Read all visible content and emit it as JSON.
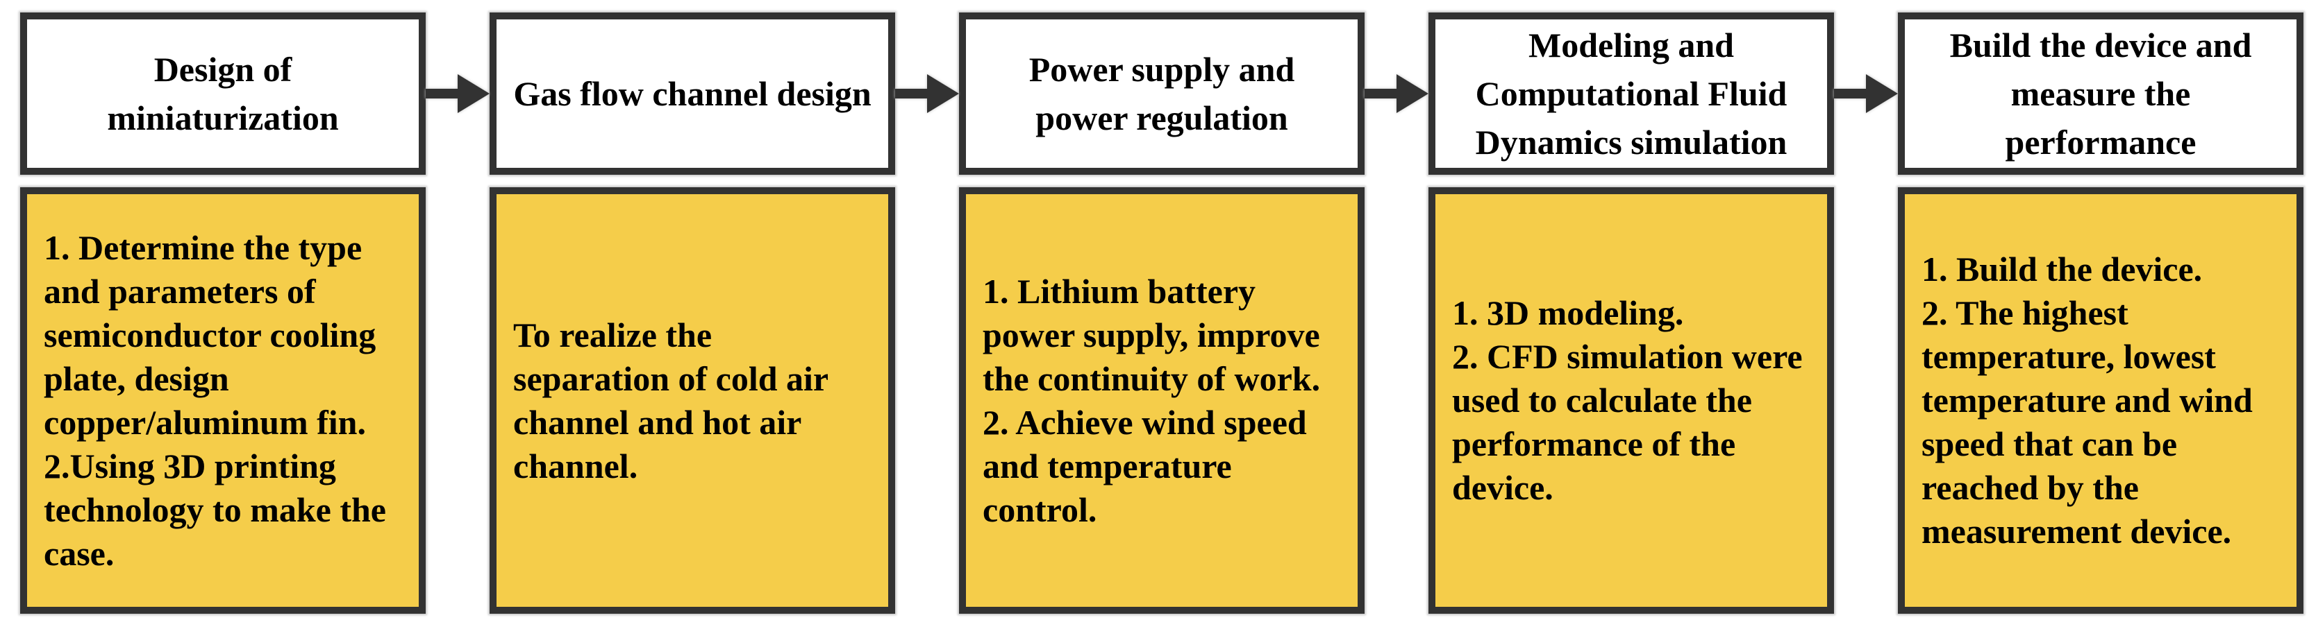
{
  "figure": {
    "type": "flowchart",
    "direction": "left-to-right",
    "colors": {
      "header_fill": "#ffffff",
      "detail_fill": "#f5cd4a",
      "border": "#323232",
      "arrow": "#323232",
      "text": "#000000"
    },
    "steps": [
      {
        "title": "Design of miniaturization",
        "detail": "1. Determine the type and parameters of semiconductor cooling plate, design copper/aluminum fin.\n2.Using 3D printing technology to make the case."
      },
      {
        "title": "Gas flow channel design",
        "detail": "To realize the separation of cold air channel and hot air channel."
      },
      {
        "title": "Power supply and power regulation",
        "detail": "1. Lithium battery power supply, improve the continuity of work. 2. Achieve wind speed and temperature control."
      },
      {
        "title": "Modeling and Computational Fluid Dynamics simulation",
        "detail": "1. 3D modeling.\n2. CFD simulation were used to calculate the performance of the device."
      },
      {
        "title": "Build the device and measure the performance",
        "detail": "1. Build the device.\n2. The highest temperature, lowest temperature and wind speed that can be reached by the measurement device."
      }
    ]
  }
}
